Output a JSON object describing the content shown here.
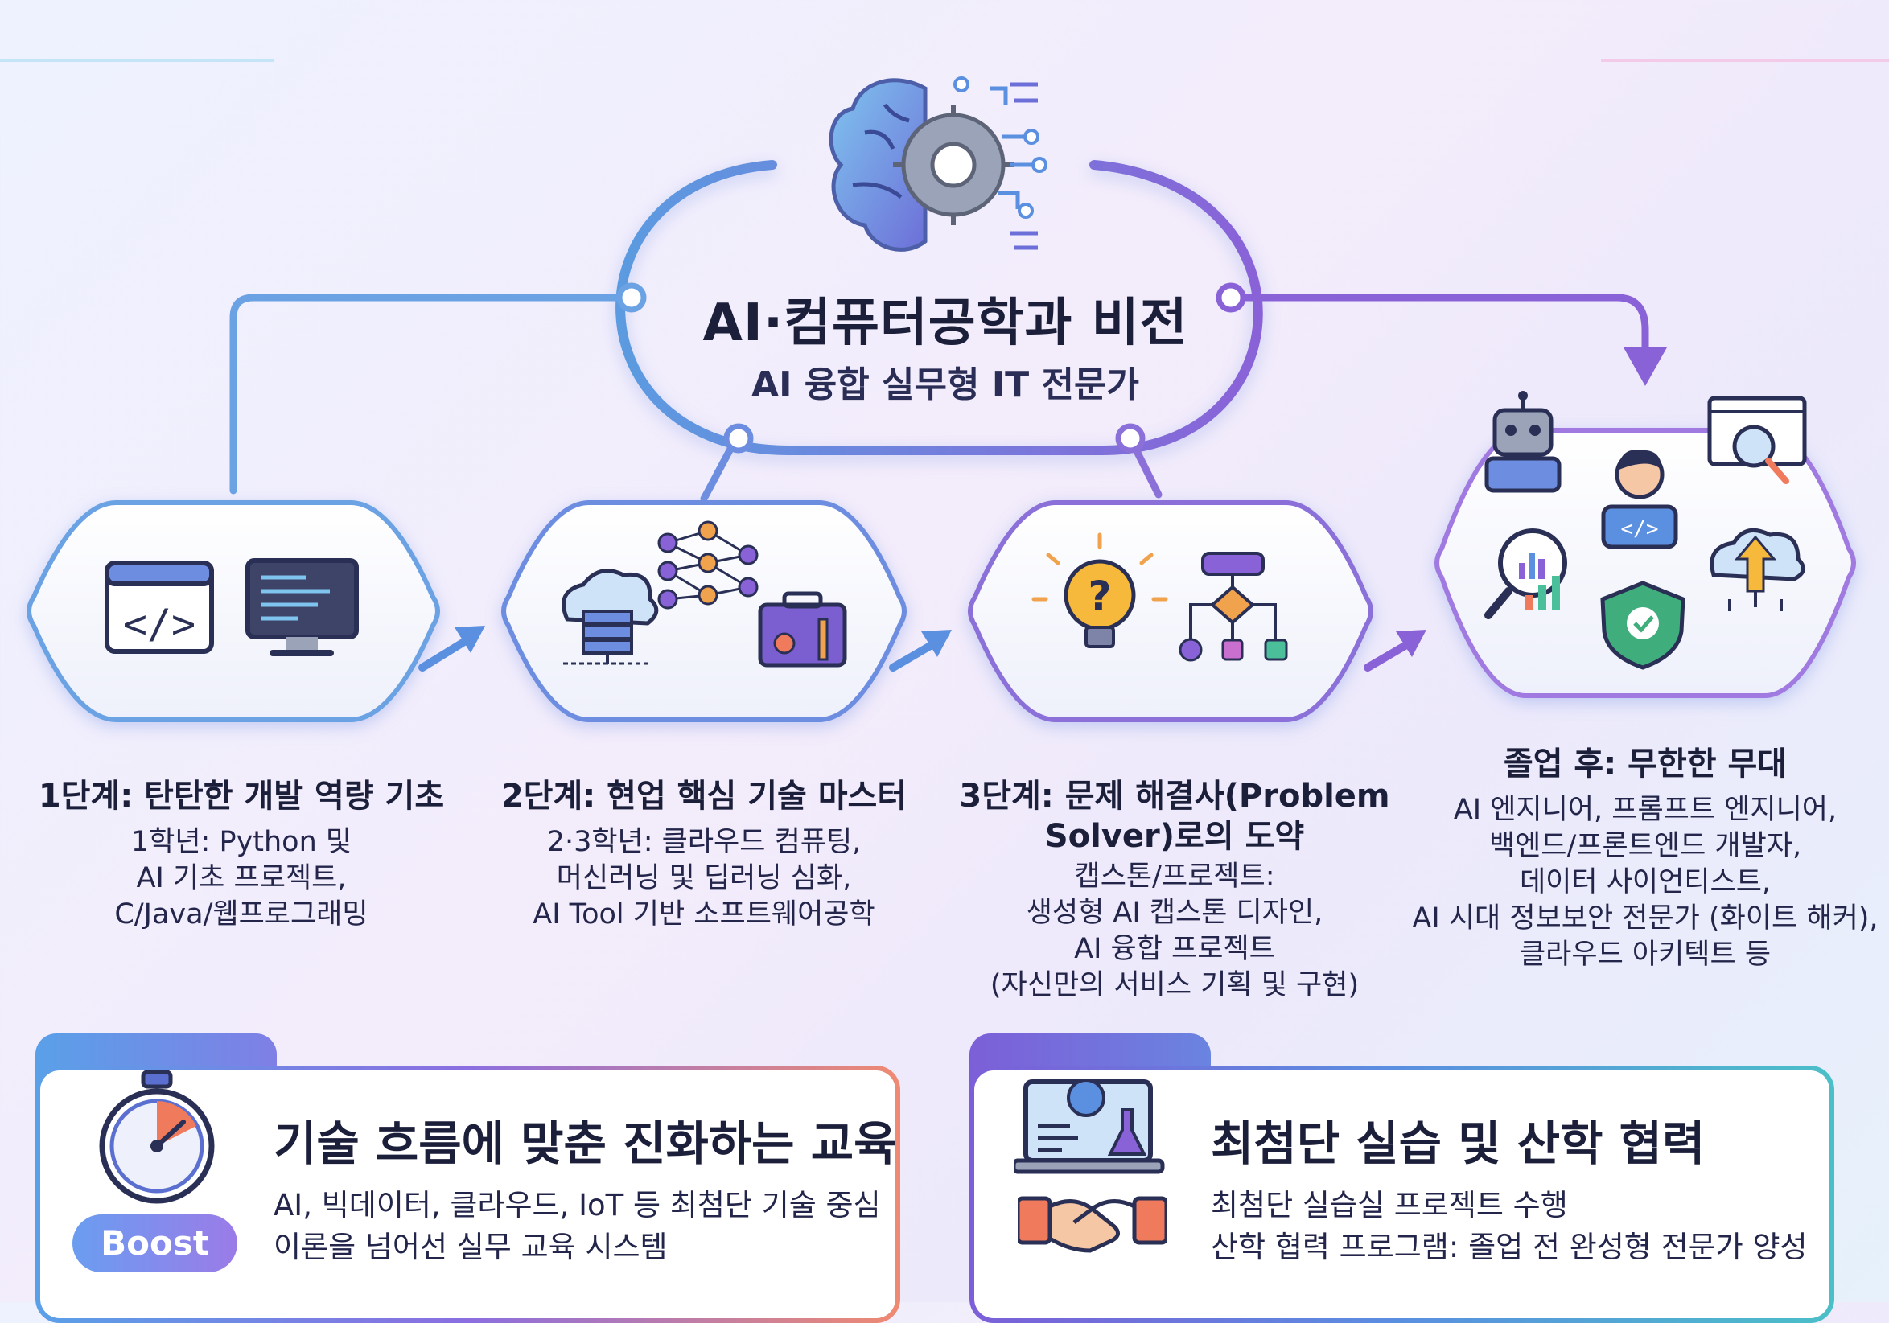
{
  "hub": {
    "title": "AI·컴퓨터공학과 비전",
    "subtitle": "AI 융합 실무형 IT 전문가"
  },
  "stages": [
    {
      "title": "1단계: 탄탄한 개발 역량 기초",
      "lines": [
        "1학년: Python 및",
        "AI 기초 프로젝트,",
        "C/Java/웹프로그래밍"
      ]
    },
    {
      "title": "2단계: 현업 핵심 기술 마스터",
      "lines": [
        "2·3학년: 클라우드 컴퓨팅,",
        "머신러닝 및 딥러닝 심화,",
        "AI Tool 기반 소프트웨어공학"
      ]
    },
    {
      "title_lines": [
        "3단계: 문제 해결사(Problem",
        "Solver)로의 도약"
      ],
      "lines": [
        "캡스톤/프로젝트:",
        "생성형 AI 캡스톤 디자인,",
        "AI 융합 프로젝트",
        "(자신만의 서비스 기획 및 구현)"
      ]
    },
    {
      "title": "졸업 후: 무한한 무대",
      "lines": [
        "AI 엔지니어, 프롬프트 엔지니어,",
        "백엔드/프론트엔드 개발자,",
        "데이터 사이언티스트,",
        "AI 시대 정보보안 전문가 (화이트 해커),",
        "클라우드 아키텍트 등"
      ]
    }
  ],
  "panels": {
    "left": {
      "title": "기술 흐름에 맞춘 진화하는 교육",
      "lines": [
        "AI, 빅데이터, 클라우드, IoT 등 최첨단 기술 중심",
        "이론을 넘어선 실무 교육 시스템"
      ],
      "badge": "Boost"
    },
    "right": {
      "title": "최첨단 실습 및 산학 협력",
      "lines": [
        "최첨단 실습실 프로젝트 수행",
        "산학 협력 프로그램: 졸업 전 완성형 전문가 양성"
      ]
    }
  },
  "icons": [
    "brain-gear-icon",
    "code-window-icon",
    "monitor-icon",
    "cloud-server-icon",
    "neural-network-icon",
    "toolbox-icon",
    "lightbulb-question-icon",
    "flowchart-icon",
    "robot-icon",
    "developer-avatar-icon",
    "code-analytics-icon",
    "magnifier-chart-icon",
    "shield-check-icon",
    "cloud-upload-icon",
    "stopwatch-icon",
    "laptop-lab-icon",
    "handshake-icon"
  ],
  "colors": {
    "blue": "#5b8fe0",
    "purple": "#8a62d8",
    "dark": "#1b1f3a",
    "orange": "#ef8a72"
  }
}
